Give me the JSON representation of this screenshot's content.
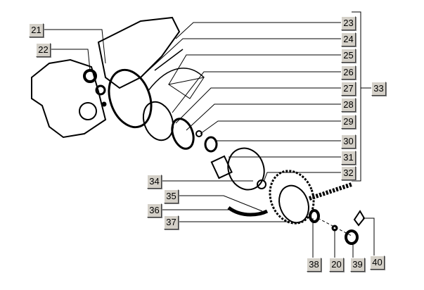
{
  "diagram": {
    "callouts": [
      {
        "id": "c21",
        "label": "21"
      },
      {
        "id": "c22",
        "label": "22"
      },
      {
        "id": "c23",
        "label": "23"
      },
      {
        "id": "c24",
        "label": "24"
      },
      {
        "id": "c25",
        "label": "25"
      },
      {
        "id": "c26",
        "label": "26"
      },
      {
        "id": "c27",
        "label": "27"
      },
      {
        "id": "c28",
        "label": "28"
      },
      {
        "id": "c29",
        "label": "29"
      },
      {
        "id": "c30",
        "label": "30"
      },
      {
        "id": "c31",
        "label": "31"
      },
      {
        "id": "c32",
        "label": "32"
      },
      {
        "id": "c33",
        "label": "33"
      },
      {
        "id": "c34",
        "label": "34"
      },
      {
        "id": "c35",
        "label": "35"
      },
      {
        "id": "c36",
        "label": "36"
      },
      {
        "id": "c37",
        "label": "37"
      },
      {
        "id": "c38",
        "label": "38"
      },
      {
        "id": "c20",
        "label": "20"
      },
      {
        "id": "c39",
        "label": "39"
      },
      {
        "id": "c40",
        "label": "40"
      }
    ],
    "colors": {
      "label_bg": "#d4d0c8",
      "line": "#000000"
    }
  }
}
